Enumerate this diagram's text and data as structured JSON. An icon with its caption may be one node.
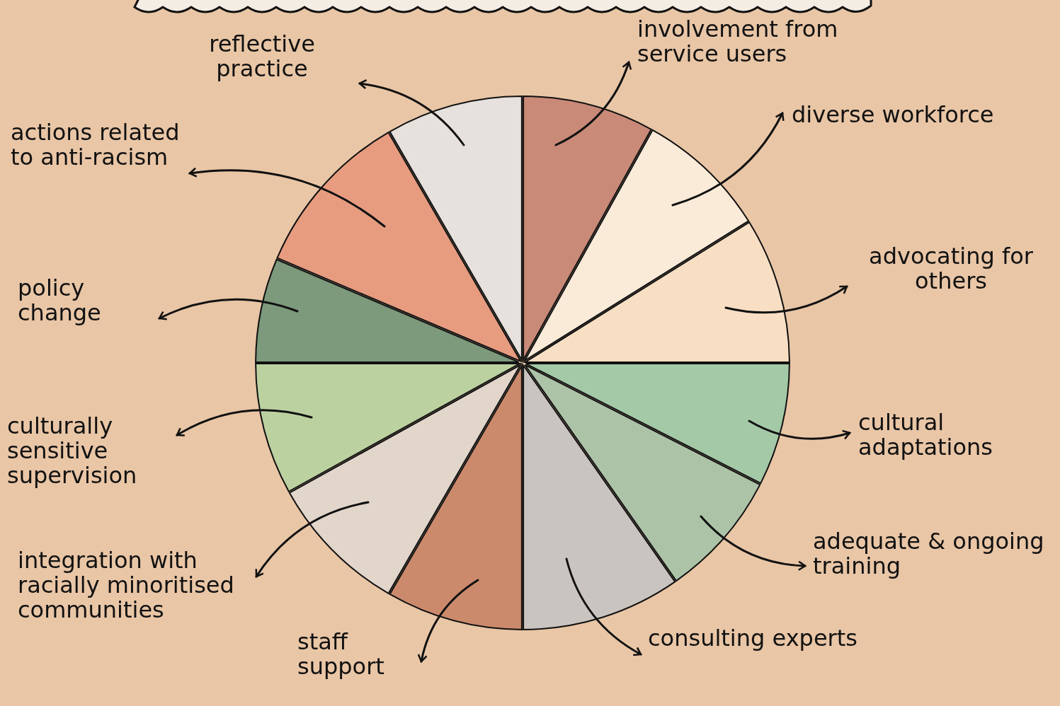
{
  "diagram": {
    "nodes": [
      {
        "text": [
          "reflective practice"
        ]
      },
      {
        "text": [
          "involvement from service users"
        ]
      },
      {
        "text": [
          "actions related to anti-racism"
        ]
      },
      {
        "text": [
          "diverse workforce"
        ]
      },
      {
        "text": [
          "advocating for others"
        ]
      },
      {
        "text": [
          "policy change"
        ]
      },
      {
        "text": [
          "culturally sensitive supervision"
        ]
      },
      {
        "text": [
          "cultural adaptations"
        ]
      },
      {
        "text": [
          "integration with racially minoritised communities"
        ]
      },
      {
        "text": [
          "adequate & ongoing training"
        ]
      },
      {
        "text": [
          "staff support"
        ]
      },
      {
        "text": [
          "consulting experts"
        ]
      },
      {
        "text": [],
        "shape": "wedge"
      },
      {
        "text": [],
        "shape": "wedge"
      },
      {
        "text": [],
        "shape": "wedge"
      },
      {
        "text": [],
        "shape": "wedge"
      },
      {
        "text": [],
        "shape": "wedge"
      },
      {
        "text": [],
        "shape": "wedge"
      },
      {
        "text": [],
        "shape": "wedge"
      },
      {
        "text": [],
        "shape": "wedge"
      },
      {
        "text": [],
        "shape": "wedge"
      },
      {
        "text": [],
        "shape": "wedge"
      },
      {
        "text": [],
        "shape": "wedge"
      },
      {
        "text": [],
        "shape": "wedge"
      },
      {
        "text": [],
        "shape": "banner"
      }
    ],
    "edges": [
      {
        "from": 23,
        "to": 0,
        "arrow": "to"
      },
      {
        "from": 12,
        "to": 1,
        "arrow": "to"
      },
      {
        "from": 22,
        "to": 2,
        "arrow": "to"
      },
      {
        "from": 13,
        "to": 3,
        "arrow": "to"
      },
      {
        "from": 14,
        "to": 4,
        "arrow": "to"
      },
      {
        "from": 21,
        "to": 5,
        "arrow": "to"
      },
      {
        "from": 20,
        "to": 6,
        "arrow": "to"
      },
      {
        "from": 15,
        "to": 7,
        "arrow": "to"
      },
      {
        "from": 19,
        "to": 8,
        "arrow": "to"
      },
      {
        "from": 16,
        "to": 9,
        "arrow": "to"
      },
      {
        "from": 18,
        "to": 10,
        "arrow": "to"
      },
      {
        "from": 17,
        "to": 11,
        "arrow": "to"
      }
    ]
  }
}
